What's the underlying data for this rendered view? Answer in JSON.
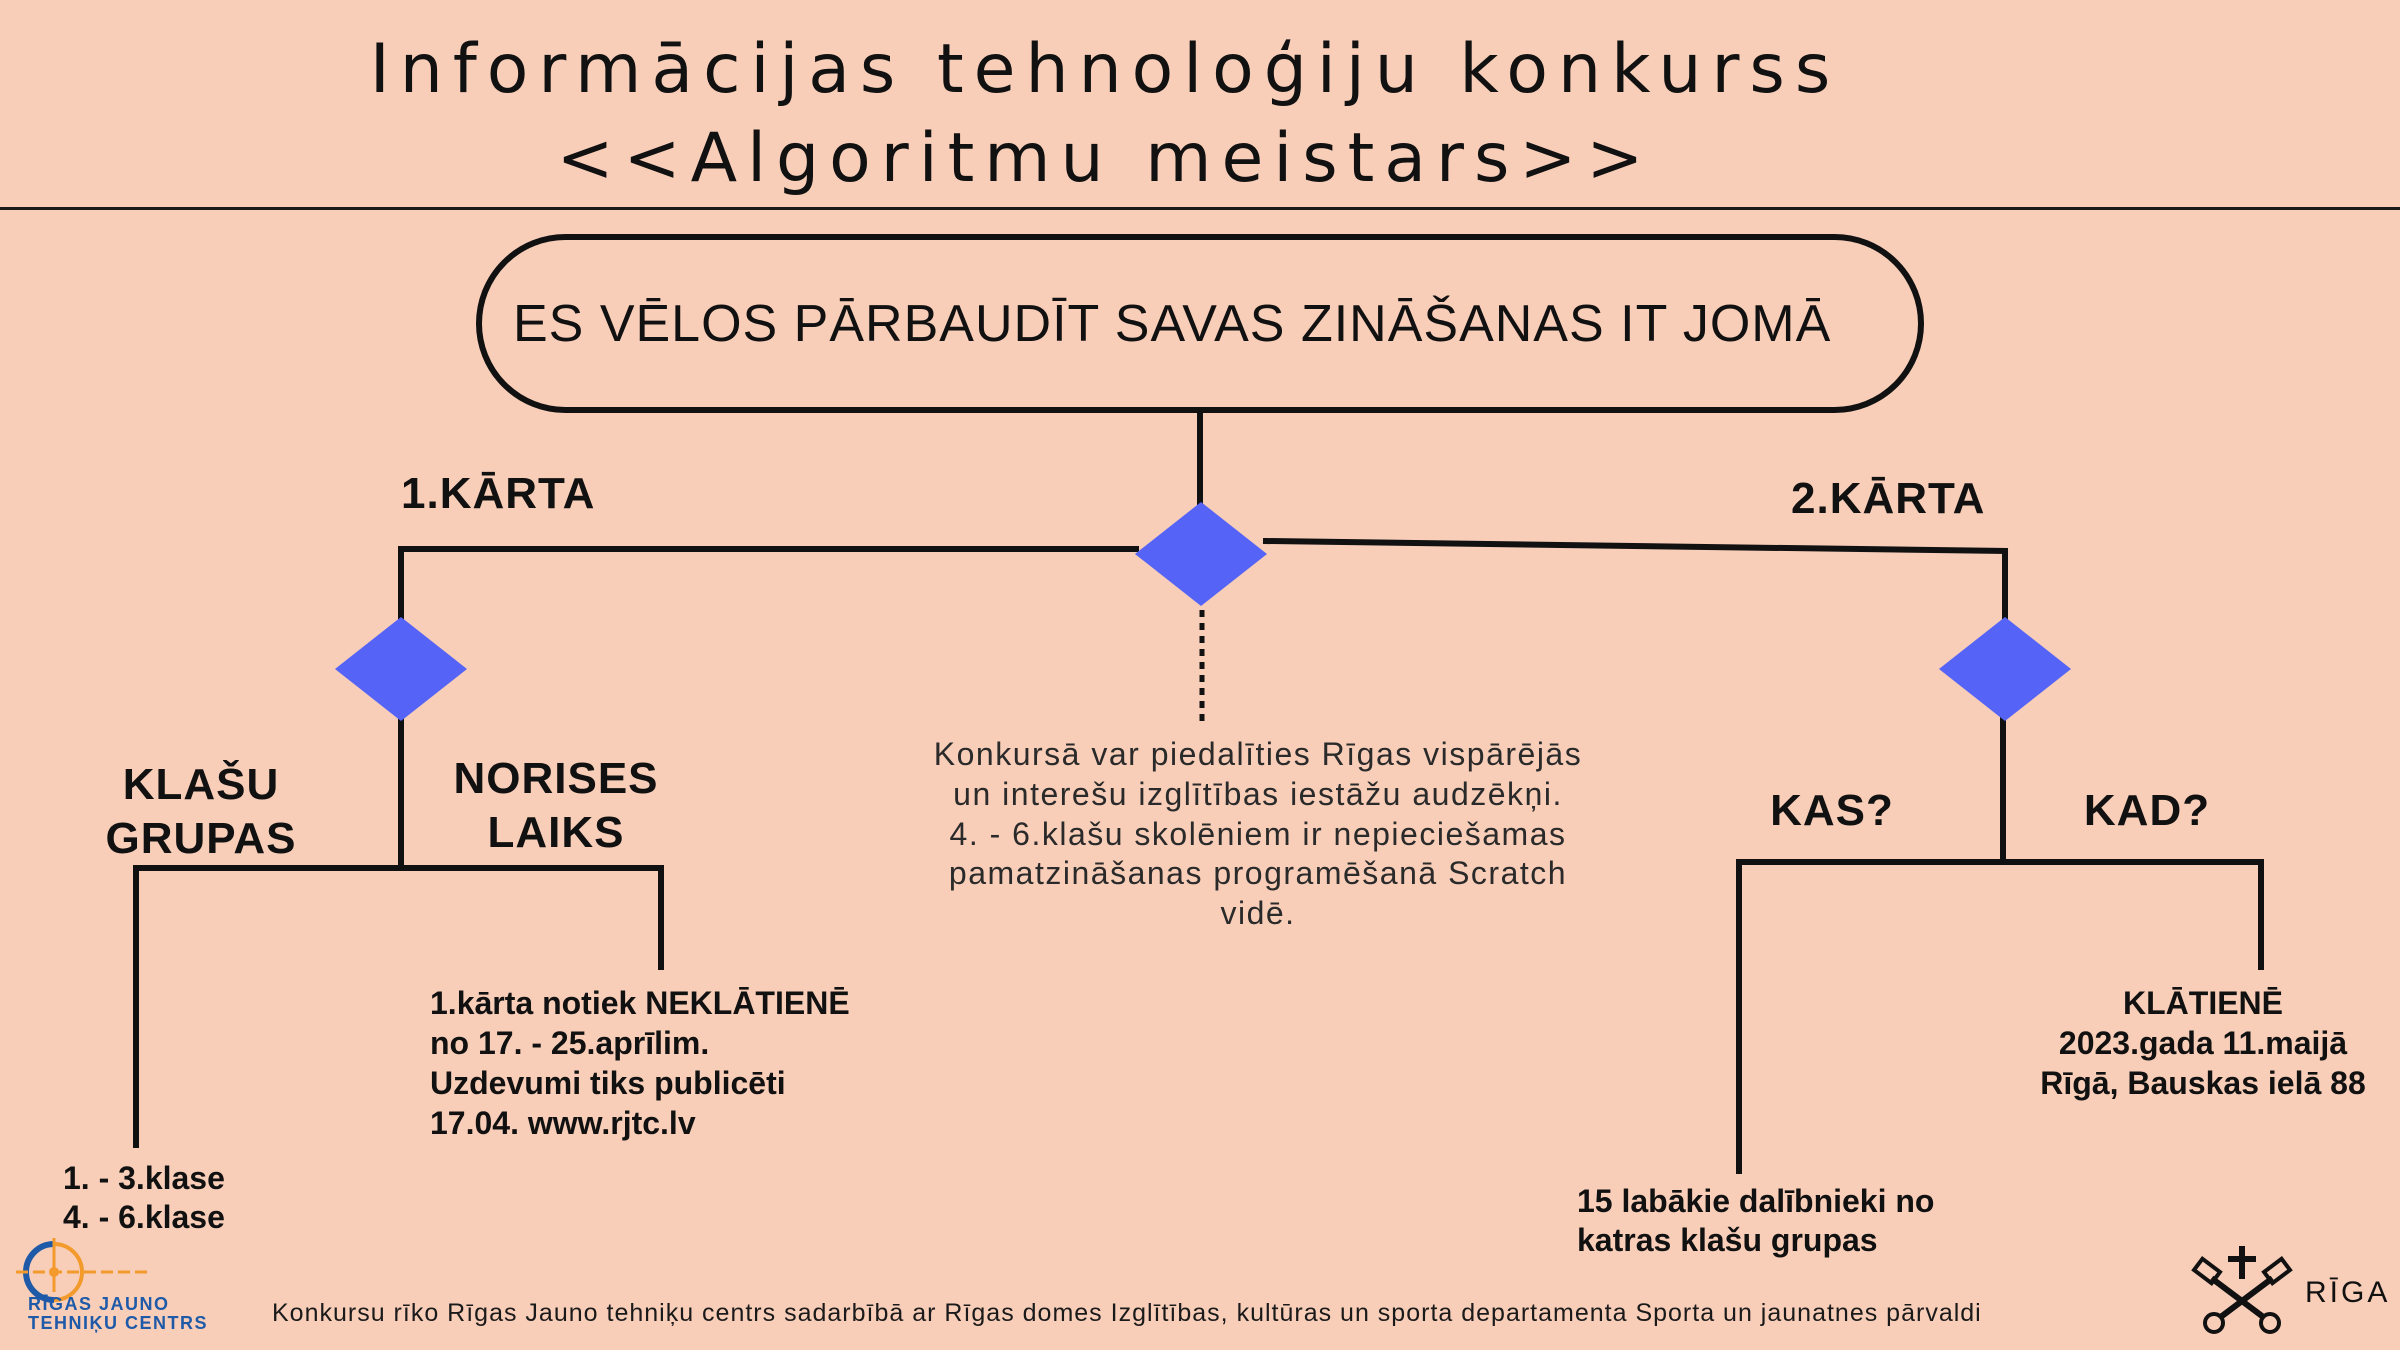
{
  "title": {
    "line1": "Informācijas tehnoloģiju konkurss",
    "line2": "<<Algoritmu meistars>>"
  },
  "main_statement": "ES VĒLOS PĀRBAUDĪT SAVAS ZINĀŠANAS IT JOMĀ",
  "round1": {
    "label": "1.KĀRTA",
    "class_groups": {
      "heading": [
        "KLAŠU",
        "GRUPAS"
      ],
      "items": [
        "1. - 3.klase",
        "4. - 6.klase"
      ]
    },
    "schedule": {
      "heading": [
        "NORISES",
        "LAIKS"
      ],
      "lines": [
        "1.kārta notiek NEKLĀTIENĒ",
        "no 17. - 25.aprīlim.",
        "Uzdevumi tiks publicēti",
        "17.04. www.rjtc.lv"
      ]
    }
  },
  "eligibility": [
    "Konkursā var piedalīties Rīgas vispārējās",
    "un interešu izglītības iestāžu audzēkņi.",
    "4. - 6.klašu skolēniem ir nepieciešamas",
    "pamatzināšanas programēšanā Scratch",
    "vidē."
  ],
  "round2": {
    "label": "2.KĀRTA",
    "who": {
      "heading": "KAS?",
      "lines": [
        "15 labākie dalībnieki no",
        "katras klašu grupas"
      ]
    },
    "when": {
      "heading": "KAD?",
      "lines": [
        "KLĀTIENĒ",
        "2023.gada 11.maijā",
        "Rīgā, Bauskas ielā 88"
      ]
    }
  },
  "footer": {
    "organizer_text": "Konkursu rīko Rīgas Jauno tehniķu centrs sadarbībā ar Rīgas domes Izglītības, kultūras un sporta departamenta Sporta un jaunatnes pārvaldi",
    "left_logo": {
      "icon": "rjtc-crosshair-logo-icon",
      "lines": [
        "RĪGAS JAUNO",
        "TEHNIĶU CENTRS"
      ]
    },
    "right_logo": {
      "icon": "riga-crossed-keys-icon",
      "text": "RĪGA"
    }
  },
  "colors": {
    "background": "#F8CEB9",
    "diamond": "#5563F6",
    "line": "#111111",
    "logo_blue": "#1E5AA8",
    "logo_orange": "#F39A2C"
  }
}
